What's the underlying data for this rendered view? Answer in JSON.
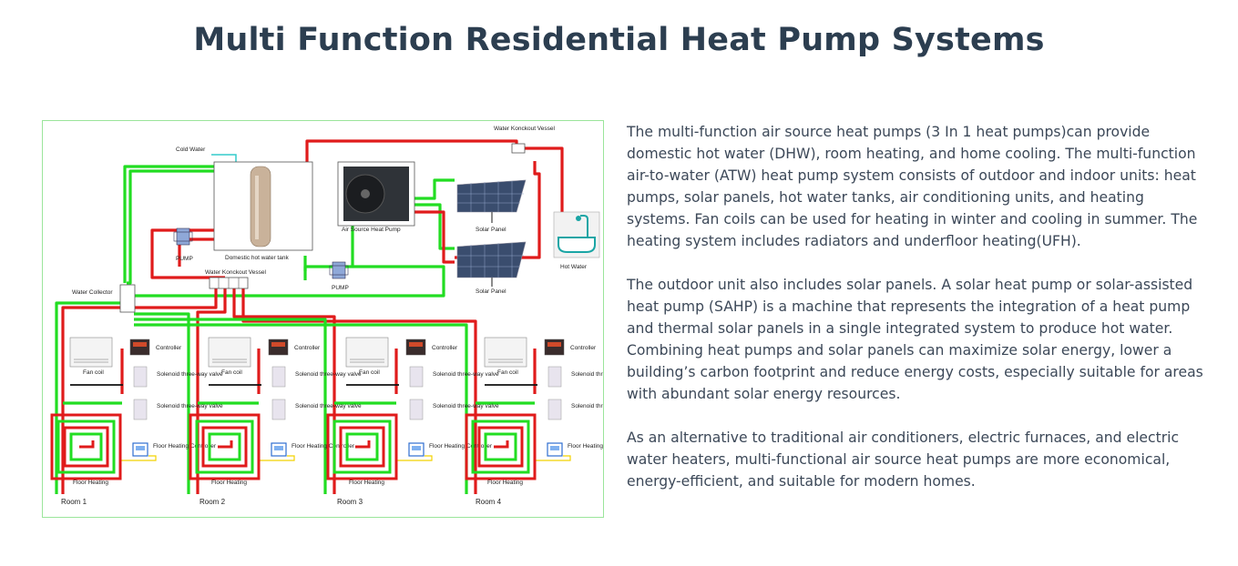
{
  "page": {
    "title": "Multi Function Residential Heat Pump Systems"
  },
  "diagram": {
    "labels": {
      "cold_water": "Cold Water",
      "water_knockout_top": "Water Konckout Vessel",
      "domestic_tank": "Domestic hot water tank",
      "air_source_pump": "Air Source Heat Pump",
      "solar_panel_1": "Solar Panel",
      "solar_panel_2": "Solar Panel",
      "hot_water": "Hot Water",
      "pump_1": "PUMP",
      "pump_2": "PUMP",
      "water_knockout_mid": "Water Konckout Vessel",
      "water_collector": "Water Collector"
    },
    "rooms": [
      {
        "name": "Room 1",
        "fan_coil": "Fan coil",
        "controller": "Controller",
        "valve_1": "Solenoid three-way valve",
        "valve_2": "Solenoid three-way valve",
        "floor_controller": "Floor Heating Controller",
        "floor_heating": "Floor Heating"
      },
      {
        "name": "Room 2",
        "fan_coil": "Fan coil",
        "controller": "Controller",
        "valve_1": "Solenoid three-way valve",
        "valve_2": "Solenoid three-way valve",
        "floor_controller": "Floor Heating Controller",
        "floor_heating": "Floor Heating"
      },
      {
        "name": "Room 3",
        "fan_coil": "Fan coil",
        "controller": "Controller",
        "valve_1": "Solenoid three-way valve",
        "valve_2": "Solenoid three-way valve",
        "floor_controller": "Floor Heating Controller",
        "floor_heating": "Floor Heating"
      },
      {
        "name": "Room 4",
        "fan_coil": "Fan coil",
        "controller": "Controller",
        "valve_1": "Solenoid three-way valve",
        "valve_2": "Solenoid three-way valve",
        "floor_controller": "Floor Heating Controller",
        "floor_heating": "Floor Heating"
      }
    ],
    "colors": {
      "hot_pipe": "#e01b1b",
      "cold_pipe": "#22dd22",
      "water_line": "#33cccc",
      "signal_line": "#f2d200"
    }
  },
  "content": {
    "paragraphs": [
      "The multi-function air source heat pumps (3 In 1 heat pumps)can provide domestic hot water (DHW), room heating, and home cooling. The multi-function air-to-water (ATW) heat pump system consists of outdoor and indoor units: heat pumps, solar panels, hot water tanks, air conditioning units, and heating systems. Fan coils can be used for heating in winter and cooling in summer. The heating system includes radiators and underfloor heating(UFH).",
      "The outdoor unit also includes solar panels. A solar heat pump or solar-assisted heat pump (SAHP) is a machine that represents the integration of a heat pump and thermal solar panels in a single integrated system to produce hot water. Combining heat pumps and solar panels can maximize solar energy, lower a building’s carbon footprint and reduce energy costs, especially suitable for areas with abundant solar energy resources.",
      "As an alternative to traditional air conditioners, electric furnaces, and electric water heaters, multi-functional air source heat pumps are more economical, energy-efficient, and suitable for modern homes."
    ]
  }
}
